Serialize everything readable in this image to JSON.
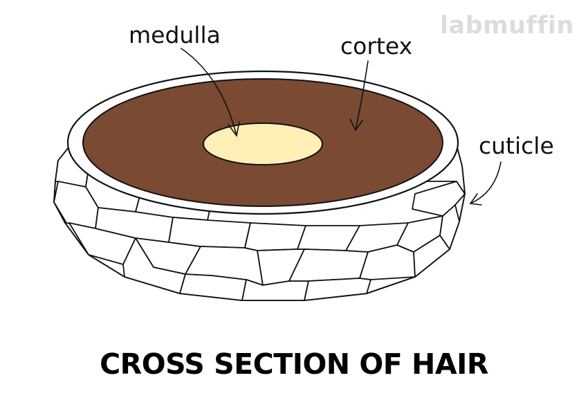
{
  "diagram": {
    "title": "CROSS SECTION OF HAIR",
    "watermark": "labmuffin",
    "labels": {
      "medulla": "medulla",
      "cortex": "cortex",
      "cuticle": "cuticle"
    },
    "colors": {
      "cortex": "#7a4a33",
      "medulla": "#fdefb6",
      "outline": "#111111",
      "cuticle": "#ffffff",
      "watermark": "#dcdcdc"
    }
  }
}
